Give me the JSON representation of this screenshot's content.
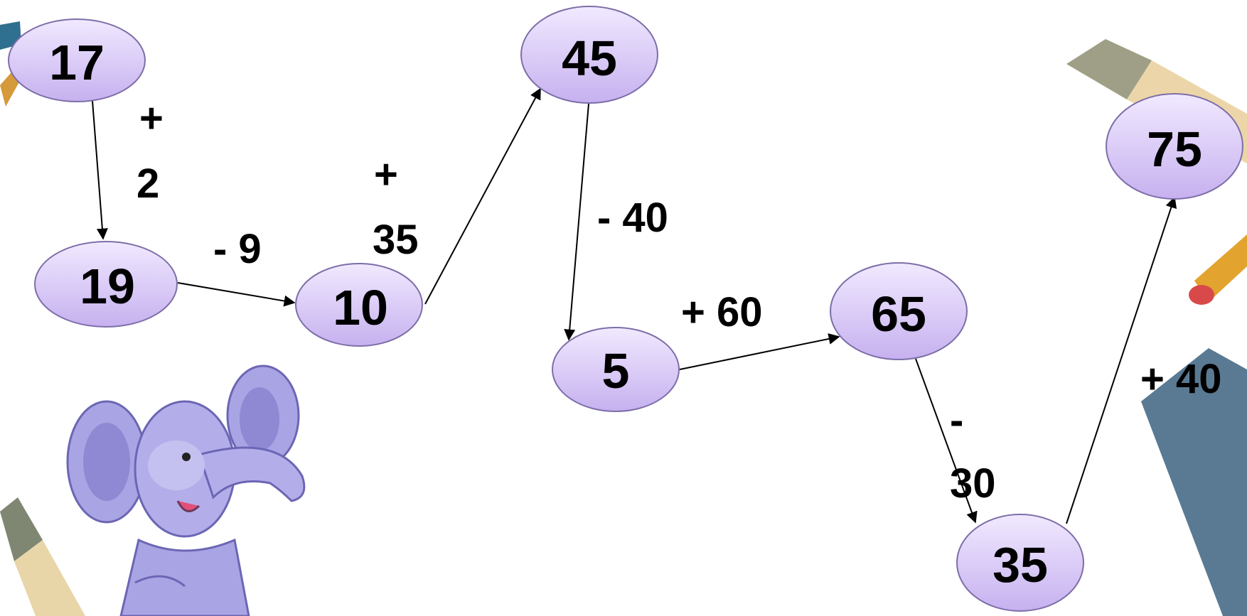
{
  "colors": {
    "node_fill_top": "#f1e9ff",
    "node_fill_bottom": "#c6b1ef",
    "node_stroke": "#7d6ea8",
    "edge": "#000000",
    "text": "#000000",
    "elephant": "#a9a4e3"
  },
  "nodes": {
    "n17": "17",
    "n19": "19",
    "n10": "10",
    "n45": "45",
    "n5": "5",
    "n65": "65",
    "n35": "35",
    "n75": "75"
  },
  "operations": {
    "op_plus2_sign": "+",
    "op_plus2_num": "2",
    "op_minus9": "- 9",
    "op_plus35_sign": "+",
    "op_plus35_num": "35",
    "op_minus40": "- 40",
    "op_plus60": "+ 60",
    "op_minus30_sign": "-",
    "op_minus30_num": "30",
    "op_plus40": "+ 40"
  },
  "decorations": [
    "elephant-cartoon",
    "pencil-icon",
    "eraser-icon",
    "notebook-icon"
  ]
}
